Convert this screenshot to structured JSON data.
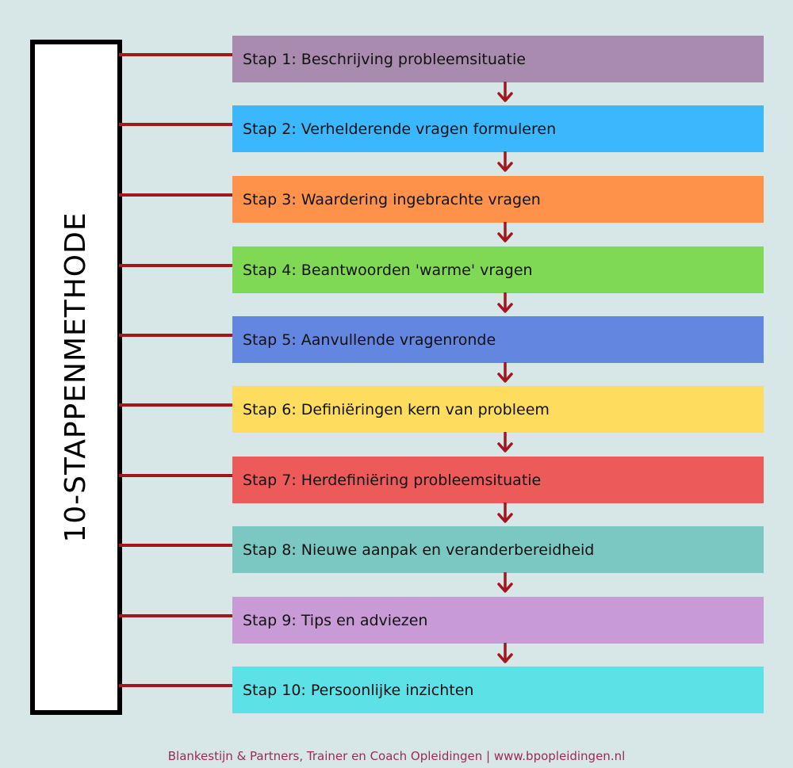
{
  "title": "10-STAPPENMETHODE",
  "connector_color": "#a3161c",
  "arrow_color": "#a3161c",
  "steps": [
    {
      "label": "Stap 1: Beschrijving probleemsituatie",
      "color": "#a98bb0"
    },
    {
      "label": "Stap 2: Verhelderende vragen formuleren",
      "color": "#3bb7fd"
    },
    {
      "label": "Stap 3: Waardering ingebrachte vragen",
      "color": "#fe924a"
    },
    {
      "label": "Stap 4: Beantwoorden 'warme' vragen",
      "color": "#7fd955"
    },
    {
      "label": "Stap 5: Aanvullende vragenronde",
      "color": "#6387e0"
    },
    {
      "label": "Stap 6: Definiëringen kern van probleem",
      "color": "#fedc5d"
    },
    {
      "label": "Stap 7: Herdefiniëring probleemsituatie",
      "color": "#ec5a5a"
    },
    {
      "label": "Stap 8: Nieuwe aanpak en veranderbereidheid",
      "color": "#7bc8c2"
    },
    {
      "label": "Stap 9: Tips en adviezen",
      "color": "#c99bd6"
    },
    {
      "label": "Stap 10: Persoonlijke inzichten",
      "color": "#5be1e6"
    }
  ],
  "footer": {
    "text": "Blankestijn & Partners, Trainer en Coach Opleidingen | www.bpopleidingen.nl",
    "color": "#9b2a54"
  }
}
